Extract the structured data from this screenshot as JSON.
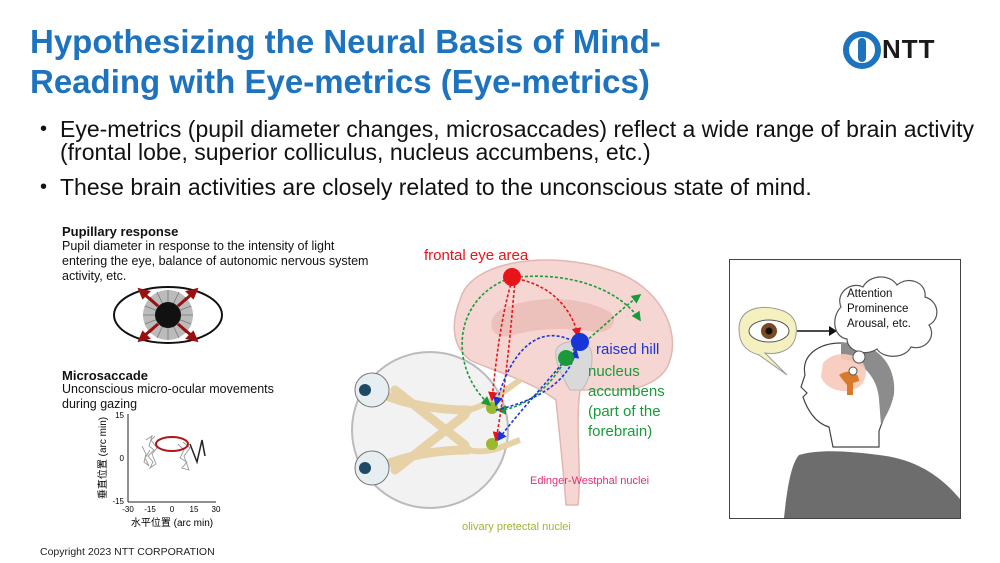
{
  "title": "Hypothesizing the Neural Basis of Mind-Reading with Eye-metrics (Eye-metrics)",
  "logo": {
    "text": "NTT",
    "color": "#1e73be"
  },
  "bullets": [
    "Eye-metrics (pupil diameter changes, microsaccades) reflect a wide range of brain activity (frontal lobe, superior colliculus, nucleus accumbens, etc.)",
    "These brain activities are closely related to the unconscious state of mind."
  ],
  "pupillary": {
    "title": "Pupillary response",
    "text": "Pupil diameter in response to the intensity of light entering the eye, balance of autonomic nervous system activity, etc."
  },
  "microsaccade": {
    "title": "Microsaccade",
    "text": "Unconscious micro-ocular movements during gazing",
    "plot": {
      "ylabel": "垂直位置 (arc min)",
      "xlabel": "水平位置 (arc min)",
      "yticks": [
        "15",
        "0",
        "-15"
      ],
      "xticks": [
        "-30",
        "-15",
        "0",
        "15",
        "30"
      ]
    }
  },
  "brain_labels": {
    "frontal": "frontal eye area",
    "raised_hill": "raised hill",
    "nucleus": [
      "nucleus",
      "accumbens",
      "(part of the",
      "forebrain)"
    ],
    "edinger": "Edinger-Westphal nuclei",
    "olivary": "olivary pretectal nuclei"
  },
  "thought": [
    "Attention",
    "Prominence",
    "Arousal, etc."
  ],
  "colors": {
    "accent": "#1e73be",
    "red": "#e8141a",
    "blue": "#1836d8",
    "green": "#1a9a3a",
    "pink": "#e0307a",
    "olive": "#9ab830"
  },
  "copyright": "Copyright 2023 NTT CORPORATION"
}
